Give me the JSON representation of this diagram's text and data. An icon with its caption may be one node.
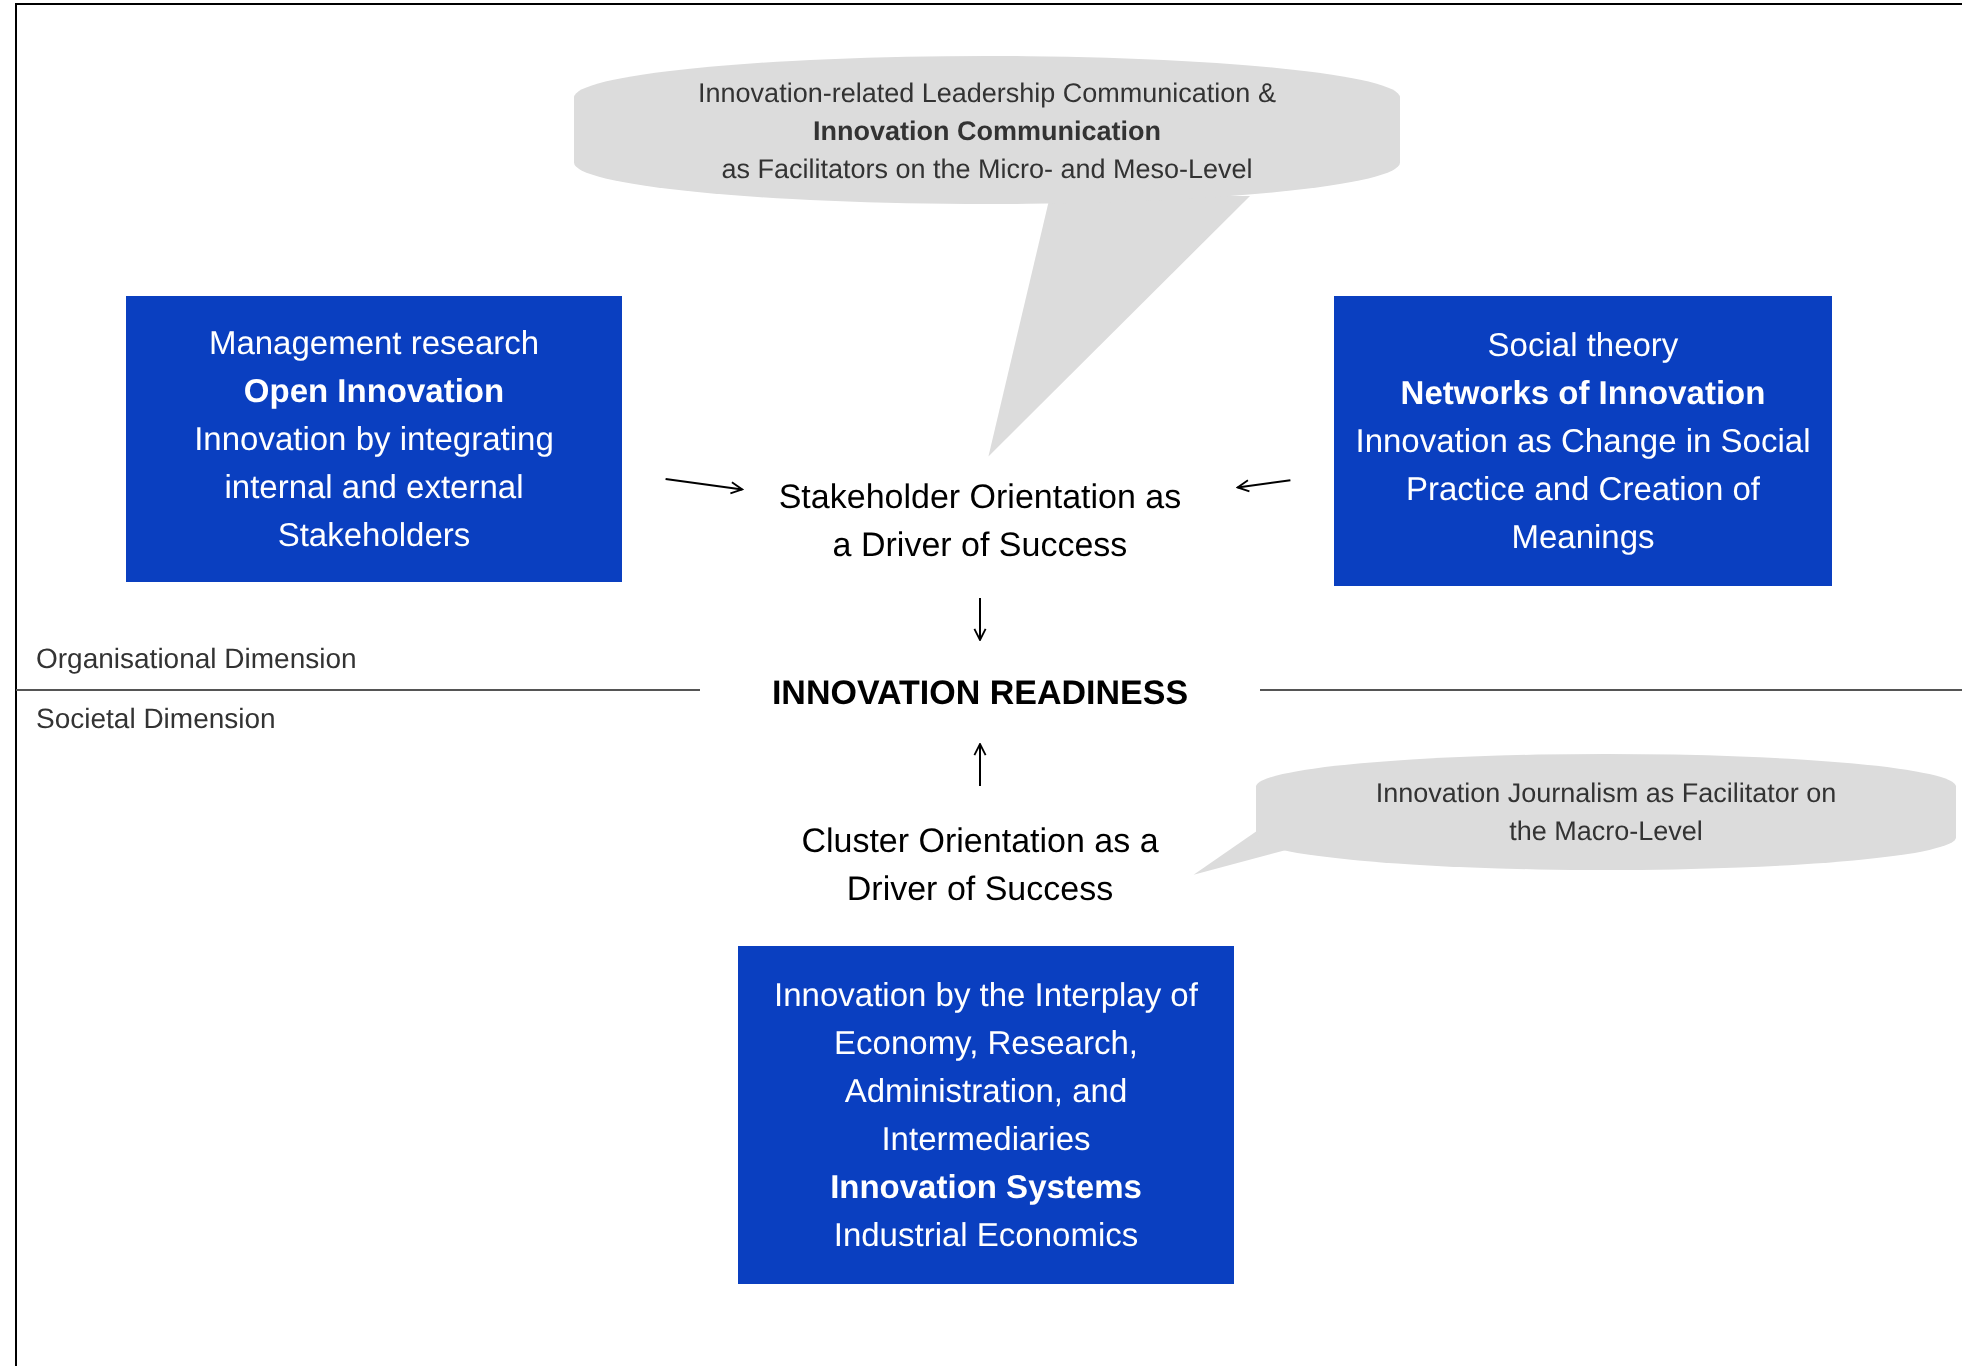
{
  "diagram": {
    "nodes": [
      {
        "text": [
          "Innovation-related Leadership Communication & **Innovation Communication** as Facilitators on the Micro- and Meso-Level"
        ]
      },
      {
        "text": [
          "Management research",
          "Open Innovation",
          "Innovation by integrating internal and external Stakeholders"
        ]
      },
      {
        "text": [
          "Stakeholder Orientation as a Driver of Success"
        ]
      },
      {
        "text": [
          "Social theory",
          "Networks of Innovation",
          "Innovation as Change in Social Practice and Creation of Meanings"
        ]
      },
      {
        "text": [
          "INNOVATION READINESS"
        ]
      },
      {
        "text": [
          "Cluster Orientation as a Driver of Success"
        ]
      },
      {
        "text": [
          "Innovation Journalism as Facilitator on the Macro-Level"
        ]
      },
      {
        "text": [
          "Innovation by the Interplay of Economy, Research, Administration, and Intermediaries",
          "Innovation Systems",
          "Industrial Economics"
        ]
      }
    ],
    "edges": [
      {
        "from": 0,
        "to": 2,
        "arrow": "to"
      },
      {
        "from": 1,
        "to": 2,
        "arrow": "to"
      },
      {
        "from": 3,
        "to": 2,
        "arrow": "to"
      },
      {
        "from": 2,
        "to": 4,
        "arrow": "to"
      },
      {
        "from": 5,
        "to": 4,
        "arrow": "to"
      },
      {
        "from": 6,
        "to": 5,
        "arrow": "to"
      }
    ],
    "labels": [
      "Organisational Dimension",
      "Societal Dimension"
    ]
  }
}
